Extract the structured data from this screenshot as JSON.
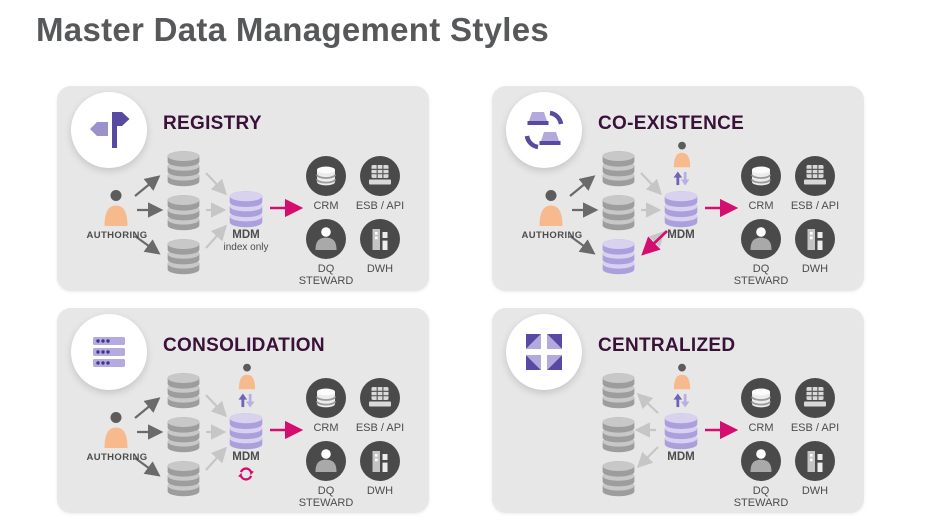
{
  "title": "Master Data Management Styles",
  "labels": {
    "authoring": "AUTHORING",
    "mdm": "MDM",
    "index_only": "index only"
  },
  "consumers": {
    "crm": "CRM",
    "esb_api": "ESB / API",
    "dq_steward": "DQ STEWARD",
    "dwh": "DWH"
  },
  "panels": [
    {
      "title": "REGISTRY",
      "icon": "signpost-icon"
    },
    {
      "title": "CO-EXISTENCE",
      "icon": "sync-icon"
    },
    {
      "title": "CONSOLIDATION",
      "icon": "server-stack-icon"
    },
    {
      "title": "CENTRALIZED",
      "icon": "converge-icon"
    }
  ],
  "colors": {
    "accent_pink": "#d40d6e",
    "purple_dark": "#584aa0",
    "purple_light": "#b3a9dd",
    "panel_bg": "#e8e7e7",
    "heading_gray": "#57585a",
    "panel_title": "#3a1139",
    "consumer_circle": "#4a4a4a",
    "authoring_skin": "#f7ba8d",
    "db_gray_band": "#9d9d9d",
    "db_purple_band": "#aba0dc"
  }
}
